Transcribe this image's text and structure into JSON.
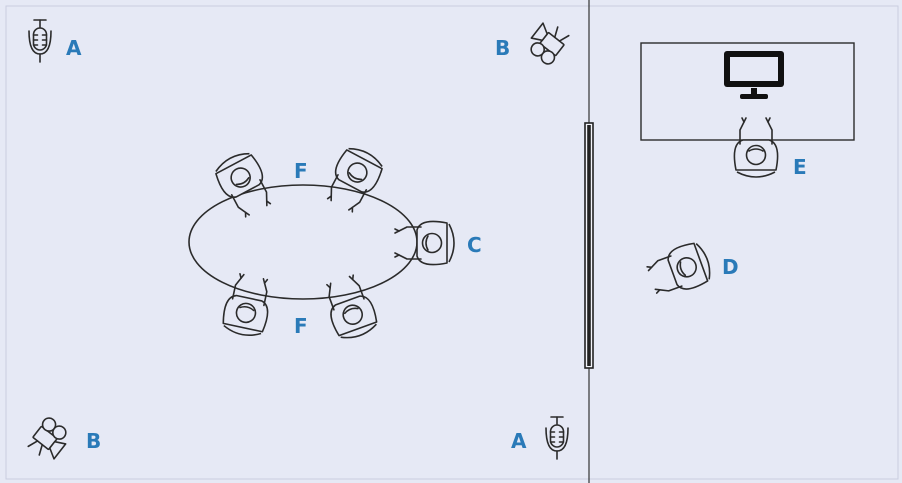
{
  "labels": {
    "mic_top_left": "A",
    "camera_top": "B",
    "camera_bottom_left": "B",
    "mic_bottom": "A",
    "chair_end": "C",
    "standalone_person": "D",
    "screen_presenter": "E",
    "participants_top": "F",
    "participants_bottom": "F"
  },
  "colors": {
    "background": "#e6e9f5",
    "label": "#2a7ab8",
    "line": "#2b2b2b",
    "partition": "#222222"
  },
  "icons": [
    "microphone-icon",
    "video-camera-icon",
    "monitor-icon",
    "person-icon"
  ]
}
